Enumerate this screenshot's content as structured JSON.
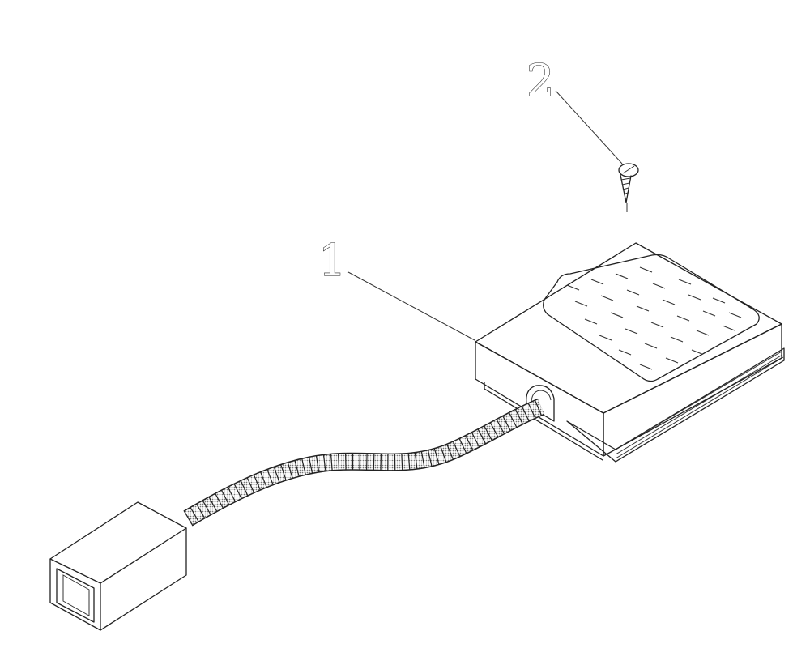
{
  "figure": {
    "type": "exploded-parts-diagram",
    "callouts": [
      {
        "label": "1",
        "part": "foot-pedal"
      },
      {
        "label": "2",
        "part": "screw"
      }
    ],
    "parts": [
      "foot-pedal",
      "tread-pad",
      "cord",
      "connector-plug",
      "screw"
    ],
    "stroke_color": "#222222",
    "cable_fill": "#c9c9c9"
  }
}
